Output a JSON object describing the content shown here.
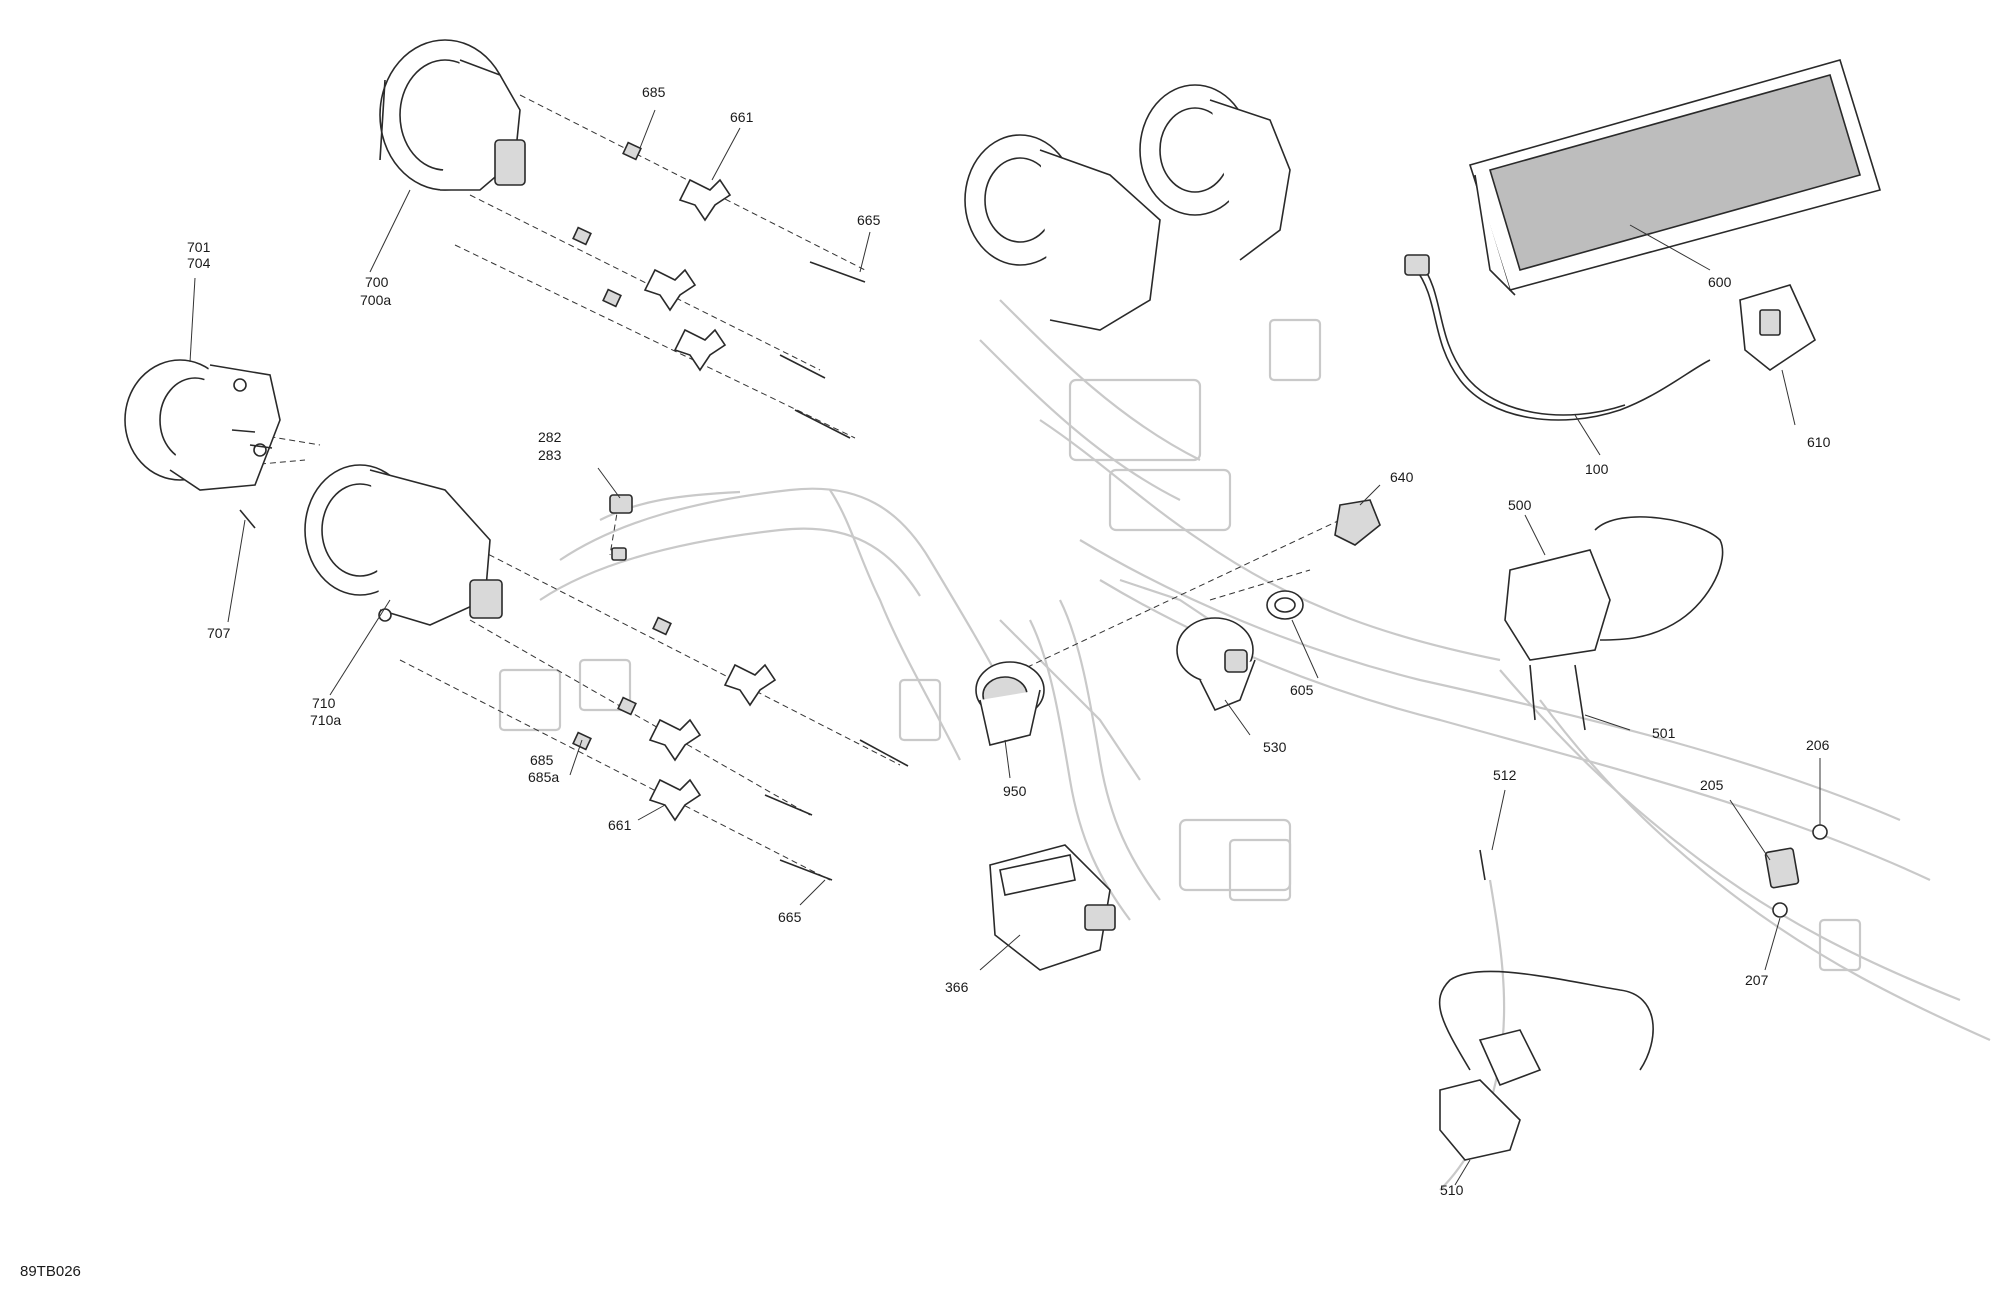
{
  "drawing_code": "89TB026",
  "callouts": {
    "c685_top": "685",
    "c661_top": "661",
    "c665_top": "665",
    "c701": "701",
    "c704": "704",
    "c700": "700",
    "c700a": "700a",
    "c707": "707",
    "c282": "282",
    "c283": "283",
    "c710": "710",
    "c710a": "710a",
    "c685_bot": "685",
    "c685a": "685a",
    "c661_bot": "661",
    "c665_bot": "665",
    "c950": "950",
    "c366": "366",
    "c640": "640",
    "c605": "605",
    "c530": "530",
    "c600": "600",
    "c100": "100",
    "c610": "610",
    "c500": "500",
    "c501": "501",
    "c512": "512",
    "c510": "510",
    "c205": "205",
    "c206": "206",
    "c207": "207"
  }
}
